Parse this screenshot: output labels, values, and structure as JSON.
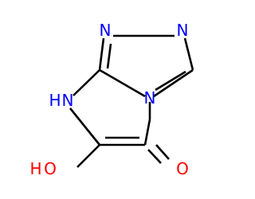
{
  "colors": {
    "background": "#ffffff",
    "bond": "#000000",
    "nitrogen": "#0000ff",
    "oxygen": "#ff0000"
  },
  "atoms": {
    "n1": {
      "label": "N",
      "color": "#0000ff"
    },
    "n2": {
      "label": "N",
      "color": "#0000ff"
    },
    "n4": {
      "label": "N",
      "color": "#0000ff"
    },
    "nh": {
      "label": "N",
      "color": "#0000ff",
      "hydrogen": "H"
    },
    "oh": {
      "label": "O",
      "color": "#ff0000",
      "hydrogen": "H"
    },
    "o": {
      "label": "O",
      "color": "#ff0000"
    }
  }
}
